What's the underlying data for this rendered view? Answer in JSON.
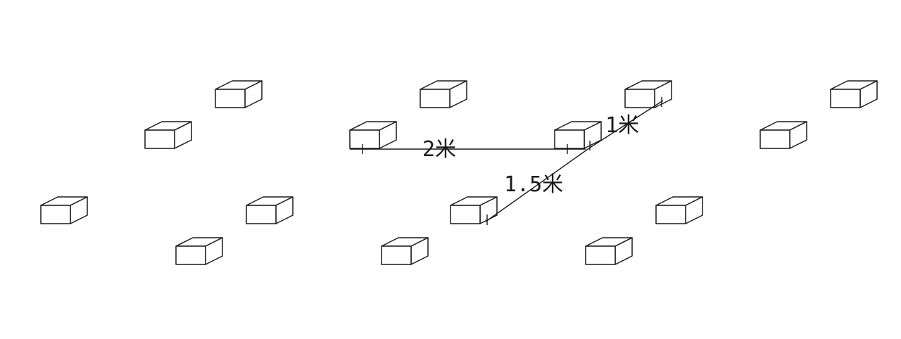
{
  "diagram": {
    "box_count": 15,
    "colors": {
      "background": "#ffffff",
      "stroke": "#1a1a1a"
    },
    "dimensions": [
      {
        "id": "row-spacing",
        "label": "2米"
      },
      {
        "id": "diagonal-spacing",
        "label": "1.5米"
      },
      {
        "id": "upper-diagonal-spacing",
        "label": "1米"
      }
    ]
  }
}
